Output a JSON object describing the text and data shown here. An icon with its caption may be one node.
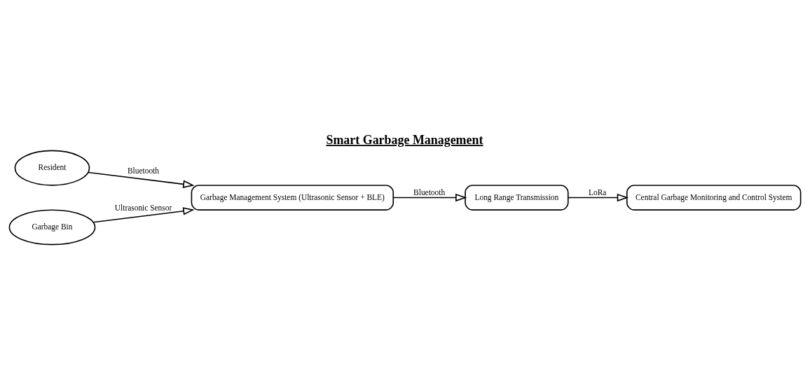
{
  "diagram": {
    "title": "Smart Garbage Management",
    "nodes": [
      {
        "text": [
          "Resident"
        ]
      },
      {
        "text": [
          "Garbage Management System (Ultrasonic Sensor + BLE)"
        ]
      },
      {
        "text": [
          "Long Range Transmission"
        ]
      },
      {
        "text": [
          "Central Garbage Monitoring and Control System"
        ]
      },
      {
        "text": [
          "Garbage Bin"
        ]
      }
    ],
    "edges": [
      {
        "from": 0,
        "to": 1,
        "arrow": "to",
        "label": "Bluetooth"
      },
      {
        "from": 4,
        "to": 1,
        "arrow": "to",
        "label": "Ultrasonic Sensor"
      },
      {
        "from": 1,
        "to": 2,
        "arrow": "to",
        "label": "Bluetooth"
      },
      {
        "from": 2,
        "to": 3,
        "arrow": "to",
        "label": "LoRa"
      }
    ]
  }
}
